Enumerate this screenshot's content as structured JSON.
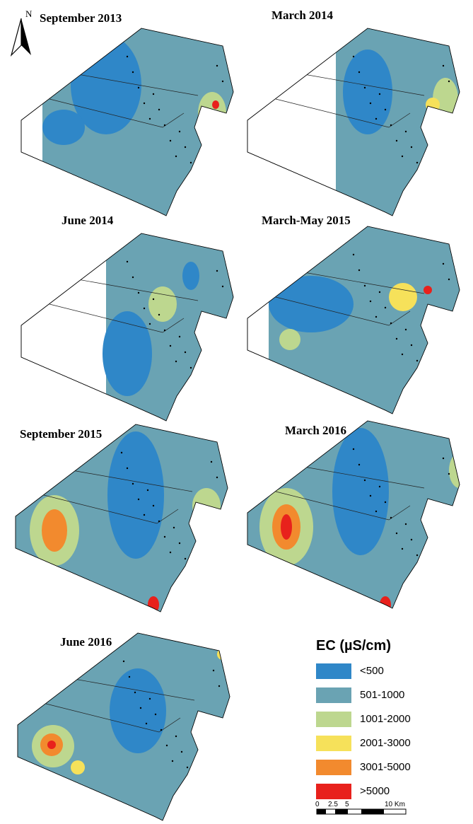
{
  "north_arrow": {
    "label": "N"
  },
  "panels": [
    {
      "title": "September 2013"
    },
    {
      "title": "March 2014"
    },
    {
      "title": "June 2014"
    },
    {
      "title": "March-May 2015"
    },
    {
      "title": "September 2015"
    },
    {
      "title": "March 2016"
    },
    {
      "title": "June 2016"
    }
  ],
  "legend": {
    "title": "EC (µS/cm)",
    "classes": [
      {
        "label": "<500",
        "color": "#2f87c8"
      },
      {
        "label": "501-1000",
        "color": "#6aa3b3"
      },
      {
        "label": "1001-2000",
        "color": "#bdd78f"
      },
      {
        "label": "2001-3000",
        "color": "#f6e15a"
      },
      {
        "label": "3001-5000",
        "color": "#f28a2e"
      },
      {
        "label": ">5000",
        "color": "#e8211c"
      }
    ]
  },
  "scale_bar": {
    "ticks": [
      "0",
      "2.5",
      "5",
      "10 Km"
    ]
  }
}
